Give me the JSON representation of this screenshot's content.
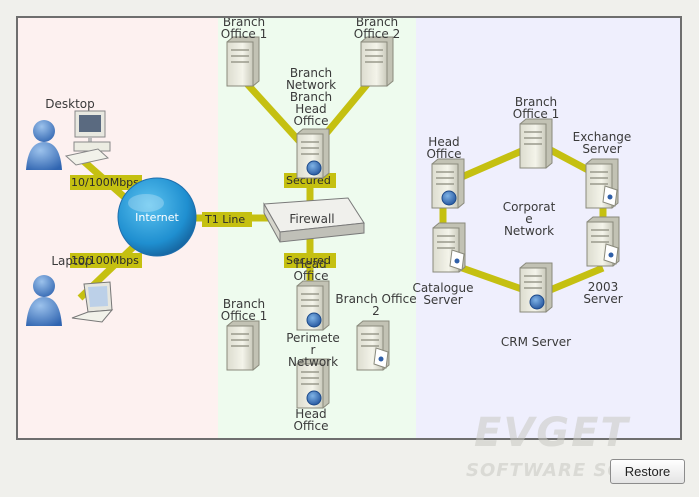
{
  "zones": {
    "left_color": "#fdf1f0",
    "middle_color": "#eefbee",
    "right_color": "#efeffd"
  },
  "colors": {
    "link": "#c5c011",
    "internet": "#1f7fc0",
    "label": "#3a3a3a"
  },
  "labels": {
    "desktop": "Desktop",
    "laptop": "Laptop",
    "internet": "Internet",
    "firewall": "Firewall",
    "branch_office_1_top": [
      "Branch",
      "Office 1"
    ],
    "branch_office_2_top": [
      "Branch",
      "Office 2"
    ],
    "branch_network": [
      "Branch",
      "Network"
    ],
    "branch_head_office": [
      "Branch",
      "Head",
      "Office"
    ],
    "secured_top": "Secured",
    "secured_bottom": "Secured",
    "head_office_bottom_center": [
      "Head",
      "Office"
    ],
    "perimeter_network": [
      "Perimete",
      "r",
      "Network"
    ],
    "head_office_bottom": [
      "Head",
      "Office"
    ],
    "branch_office_1_bottom": [
      "Branch",
      "Office 1"
    ],
    "branch_office_2_bottom": [
      "Branch  Office",
      "2"
    ],
    "head_office_right": [
      "Head",
      "Office"
    ],
    "branch_office_1_right": [
      "Branch",
      "Office 1"
    ],
    "exchange_server": [
      "Exchange",
      "Server"
    ],
    "corporate_network": [
      "Corporat",
      "e",
      "Network"
    ],
    "catalogue_server": [
      "Catalogue",
      "Server"
    ],
    "crm_server": "CRM Server",
    "server_2003": [
      "2003",
      "Server"
    ]
  },
  "edge_labels": {
    "desktop_link": "10/100Mbps",
    "laptop_link": "10/100Mbps",
    "t1_line": "T1 Line"
  },
  "footer": {
    "restore_label": "Restore",
    "watermark_line1": "EVGET",
    "watermark_line2": "SOFTWARE SOLU..."
  },
  "icons": {
    "desktop": "desktop-computer-icon",
    "laptop": "laptop-icon",
    "user": "user-icon",
    "server": "server-tower-icon",
    "globe_badge": "globe-badge-icon",
    "firewall": "firewall-appliance-icon",
    "internet": "internet-globe-icon"
  }
}
